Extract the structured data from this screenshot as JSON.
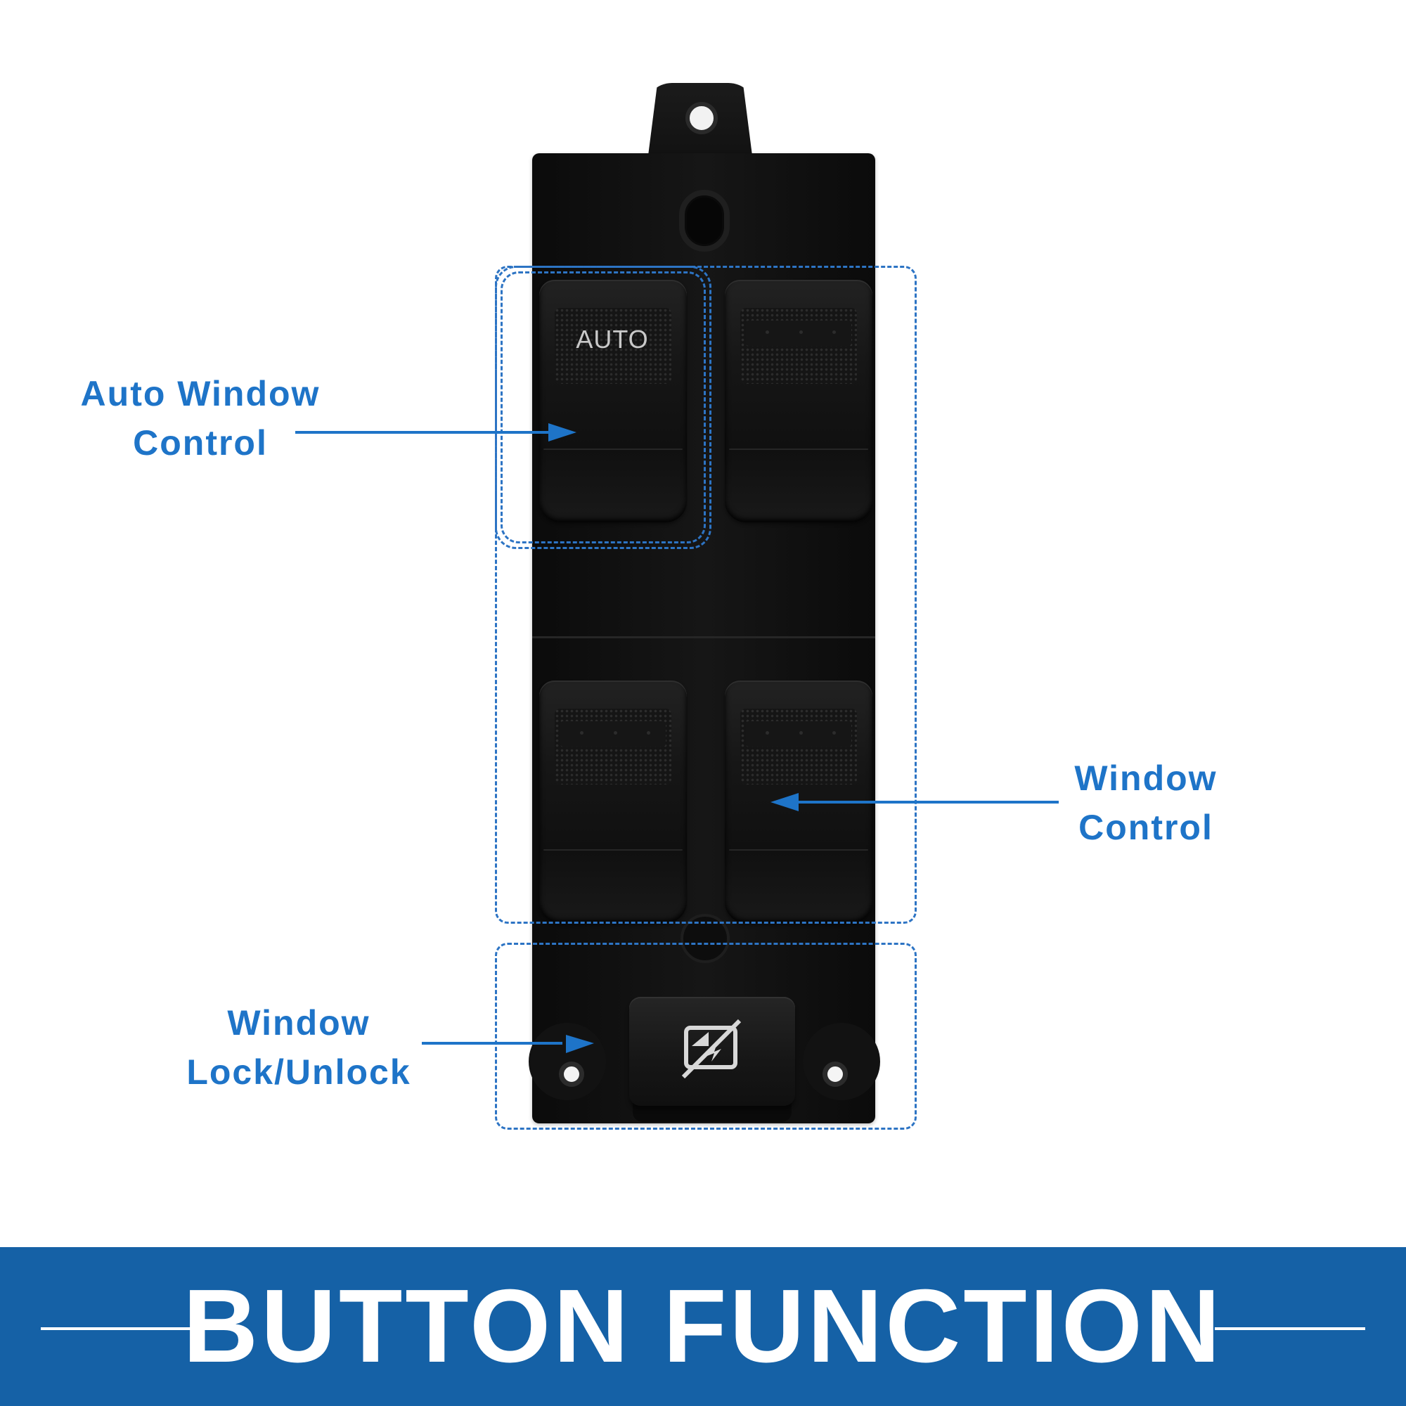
{
  "product": {
    "switch_labels": {
      "auto": "AUTO"
    },
    "lock_button_icon": "window-lock-icon",
    "body_color": "#111111"
  },
  "callouts": {
    "auto_window": [
      "Auto Window",
      "Control"
    ],
    "window": [
      "Window",
      "Control"
    ],
    "lock": [
      "Window",
      "Lock/Unlock"
    ]
  },
  "banner": {
    "title": "BUTTON FUNCTION",
    "background_color": "#1561a6",
    "text_color": "#ffffff"
  },
  "accent_color": "#1e74c8"
}
